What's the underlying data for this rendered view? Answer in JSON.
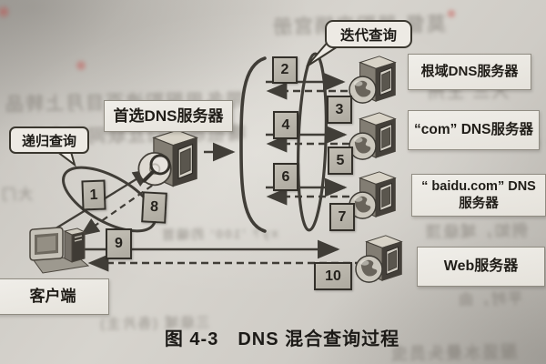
{
  "caption": "图 4-3　DNS 混合查询过程",
  "bubbles": {
    "recursive": "递归查询",
    "iterative": "迭代查询"
  },
  "nodes": {
    "client": "客户端",
    "preferred": "首选DNS服务器",
    "root": "根域DNS服务器",
    "com": "“com” DNS服务器",
    "baidu_line1": "“ baidu.com” DNS",
    "baidu_line2": "服务器",
    "web": "Web服务器"
  },
  "steps": [
    "1",
    "2",
    "3",
    "4",
    "5",
    "6",
    "7",
    "8",
    "9",
    "10"
  ],
  "colors": {
    "paper": "#cfccc6",
    "line": "#34312b",
    "step_box_fill": "#b6b2a8",
    "label_fill": "#ebe8e2",
    "label_border": "#908c82"
  },
  "bleedthrough": [
    "莫督 器职来销宫册",
    "带各用服职谁百目月上转品",
    "嘴祖晚公归互联网职会头",
    "大三 王州",
    "例如，域级顶",
    "低于三级域之下，是",
    "xy? '100' 的编首",
    "三级域 (各片主)",
    "服竖水曼头员虫",
    "me cn",
    "平时，由",
    "大门"
  ]
}
